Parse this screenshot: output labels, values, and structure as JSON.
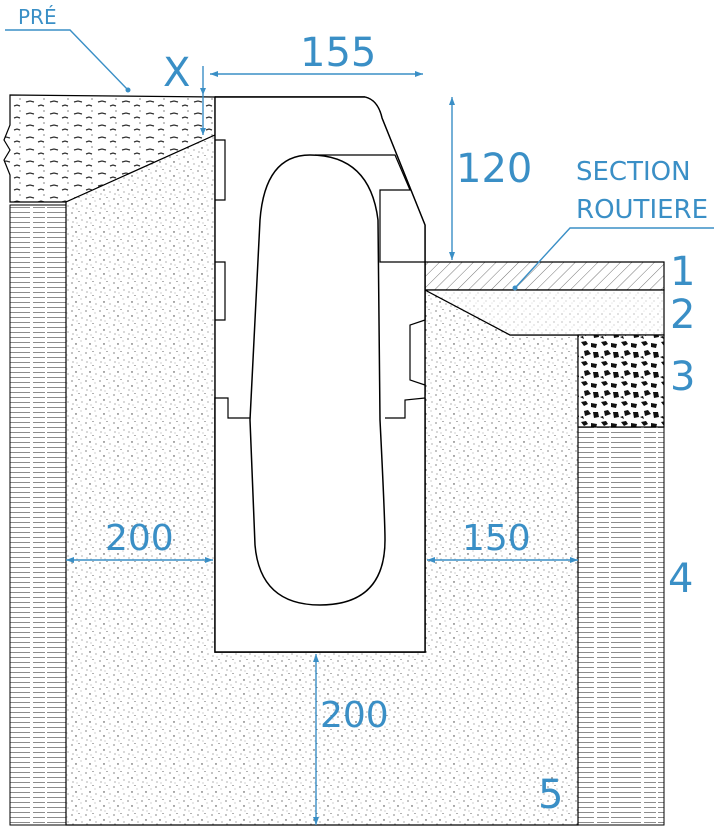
{
  "labels": {
    "pre": "PRÉ",
    "x": "X",
    "dim_155": "155",
    "dim_120": "120",
    "section_line1": "SECTION",
    "section_line2": "ROUTIERE",
    "layer_1": "1",
    "layer_2": "2",
    "layer_3": "3",
    "layer_4": "4",
    "layer_5": "5",
    "dim_200_left": "200",
    "dim_150_right": "150",
    "dim_200_bottom": "200"
  },
  "colors": {
    "annotation": "#3a8fc6",
    "line": "#000000",
    "background": "#ffffff"
  }
}
